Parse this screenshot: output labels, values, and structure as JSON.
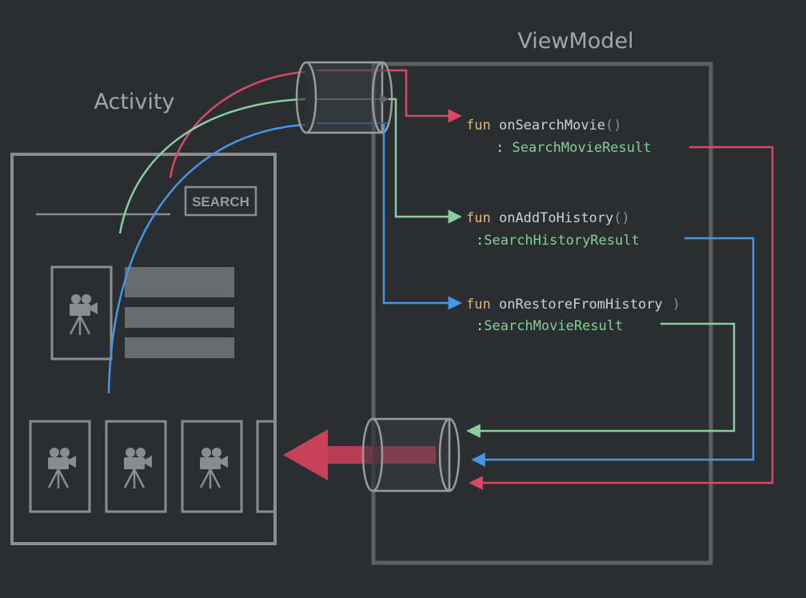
{
  "titles": {
    "viewmodel": "ViewModel",
    "activity": "Activity"
  },
  "activity": {
    "search_button": "SEARCH"
  },
  "functions": [
    {
      "keyword": "fun",
      "name": "onSearchMovie",
      "open_paren": "(",
      "close_paren": ")",
      "return_prefix": ": ",
      "return_type": "SearchMovieResult"
    },
    {
      "keyword": "fun",
      "name": "onAddToHistory",
      "open_paren": "(",
      "close_paren": ")",
      "return_prefix": ":",
      "return_type": "SearchHistoryResult"
    },
    {
      "keyword": "fun",
      "name": "onRestoreFromHistory",
      "open_paren": "",
      "close_paren": ")",
      "return_prefix": ":",
      "return_type": "SearchMovieResult"
    }
  ],
  "colors": {
    "background": "#2b2e31",
    "frame": "#8b8c8d",
    "red": "#db4766",
    "green": "#87cfa2",
    "blue": "#4696e8",
    "keyword": "#e9b568",
    "func_name": "#d0d0d0",
    "return_type": "#82cf95",
    "paren": "#8a8c8e",
    "big_arrow": "#c8405a"
  },
  "icons": [
    "movie-camera-icon"
  ]
}
